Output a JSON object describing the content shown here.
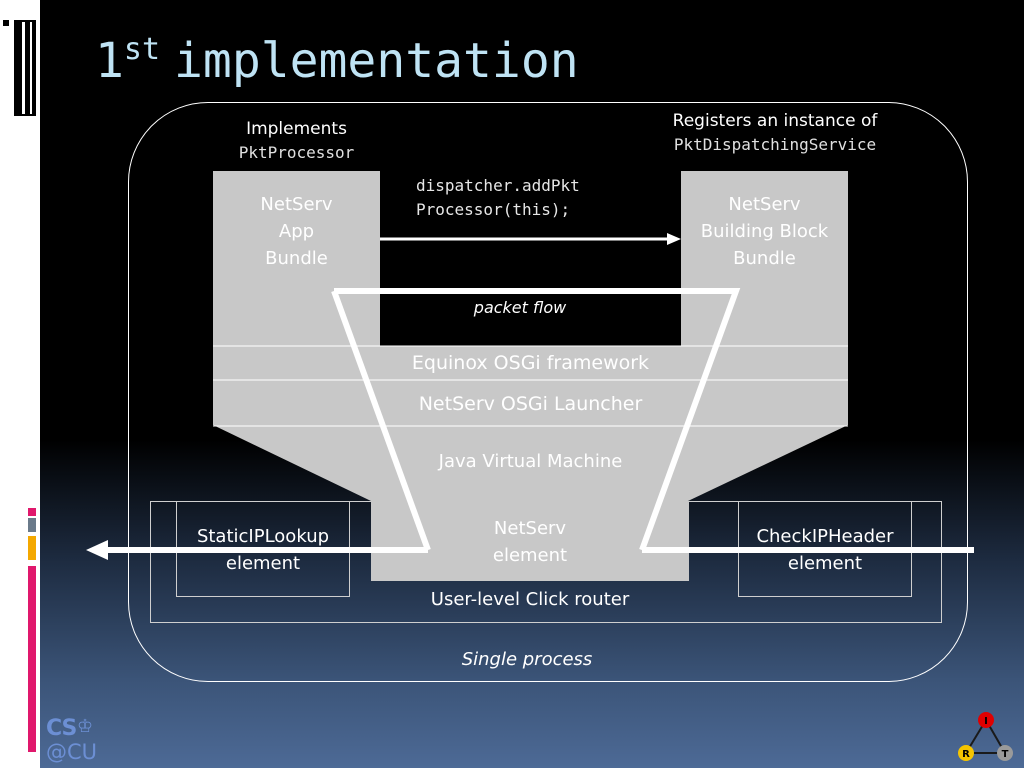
{
  "slide": {
    "title_main": "1",
    "title_sup": "st",
    "title_rest": "implementation"
  },
  "diagram": {
    "implements_label": "Implements",
    "implements_code": "PktProcessor",
    "registers_label": "Registers an instance of",
    "registers_code": "PktDispatchingService",
    "call_line1": "dispatcher.addPkt",
    "call_line2": "Processor(this);",
    "app_bundle": [
      "NetServ",
      "App",
      "Bundle"
    ],
    "building_block": [
      "NetServ",
      "Building Block",
      "Bundle"
    ],
    "packet_flow": "packet flow",
    "osgi_framework": "Equinox OSGi framework",
    "osgi_launcher": "NetServ OSGi Launcher",
    "jvm": "Java Virtual Machine",
    "netserv_element": [
      "NetServ",
      "element"
    ],
    "static_ip": [
      "StaticIPLookup",
      "element"
    ],
    "check_ip": [
      "CheckIPHeader",
      "element"
    ],
    "click_router": "User-level Click router",
    "single_process": "Single process"
  },
  "footer": {
    "logo_cs": "CS",
    "logo_at": "@CU",
    "logo_crown": "♔",
    "irt_r": "R",
    "irt_t": "T",
    "irt_i": "I"
  },
  "colors": {
    "title": "#bfe3f4",
    "box_grey": "#c8c8c8",
    "accent_pink": "#e0186c",
    "accent_orange": "#f4a800",
    "accent_slate": "#6a7a8a"
  }
}
